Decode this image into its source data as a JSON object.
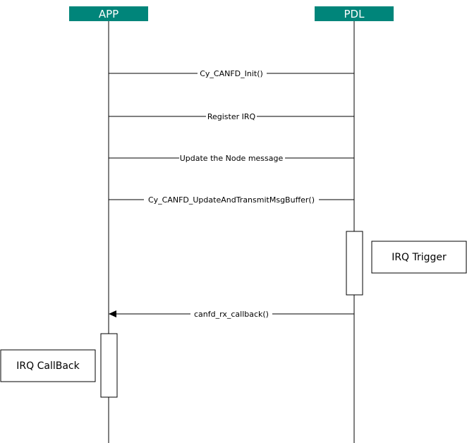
{
  "colors": {
    "actor_fill": "#00857a",
    "actor_text": "#ffffff",
    "line": "#000000"
  },
  "actors": {
    "app": {
      "label": "APP"
    },
    "pdl": {
      "label": "PDL"
    }
  },
  "messages": [
    {
      "label": "Cy_CANFD_Init()",
      "from": "app",
      "to": "pdl",
      "arrow": false
    },
    {
      "label": "Register IRQ",
      "from": "app",
      "to": "pdl",
      "arrow": false
    },
    {
      "label": "Update the Node message",
      "from": "app",
      "to": "pdl",
      "arrow": false
    },
    {
      "label": "Cy_CANFD_UpdateAndTransmitMsgBuffer()",
      "from": "app",
      "to": "pdl",
      "arrow": false
    },
    {
      "label": "canfd_rx_callback()",
      "from": "pdl",
      "to": "app",
      "arrow": true
    }
  ],
  "notes": {
    "irq_trigger": {
      "label": "IRQ Trigger"
    },
    "irq_callback": {
      "label": "IRQ CallBack"
    }
  }
}
